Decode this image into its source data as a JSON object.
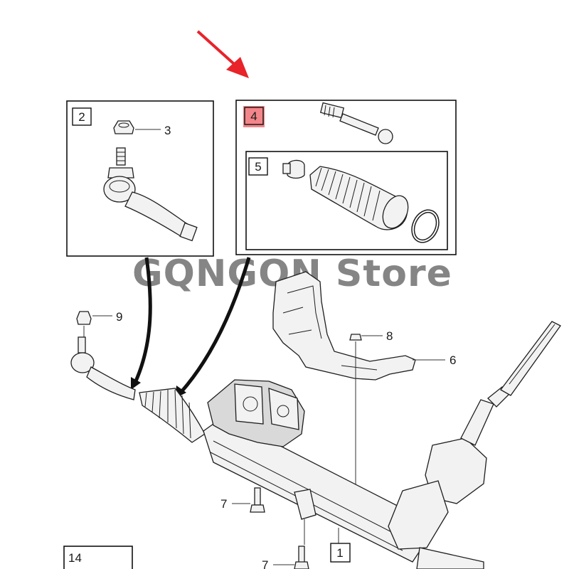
{
  "watermark": "GQNGON Store",
  "boxes": {
    "box2": "2",
    "box4": "4",
    "box5": "5",
    "box1": "1",
    "box14": "14"
  },
  "callouts": {
    "c3": "3",
    "c9": "9",
    "c8": "8",
    "c6": "6",
    "c7a": "7",
    "c7b": "7"
  },
  "colors": {
    "arrow": "#e8232a",
    "highlight": "#e8232a",
    "line": "#1e1e1e"
  }
}
